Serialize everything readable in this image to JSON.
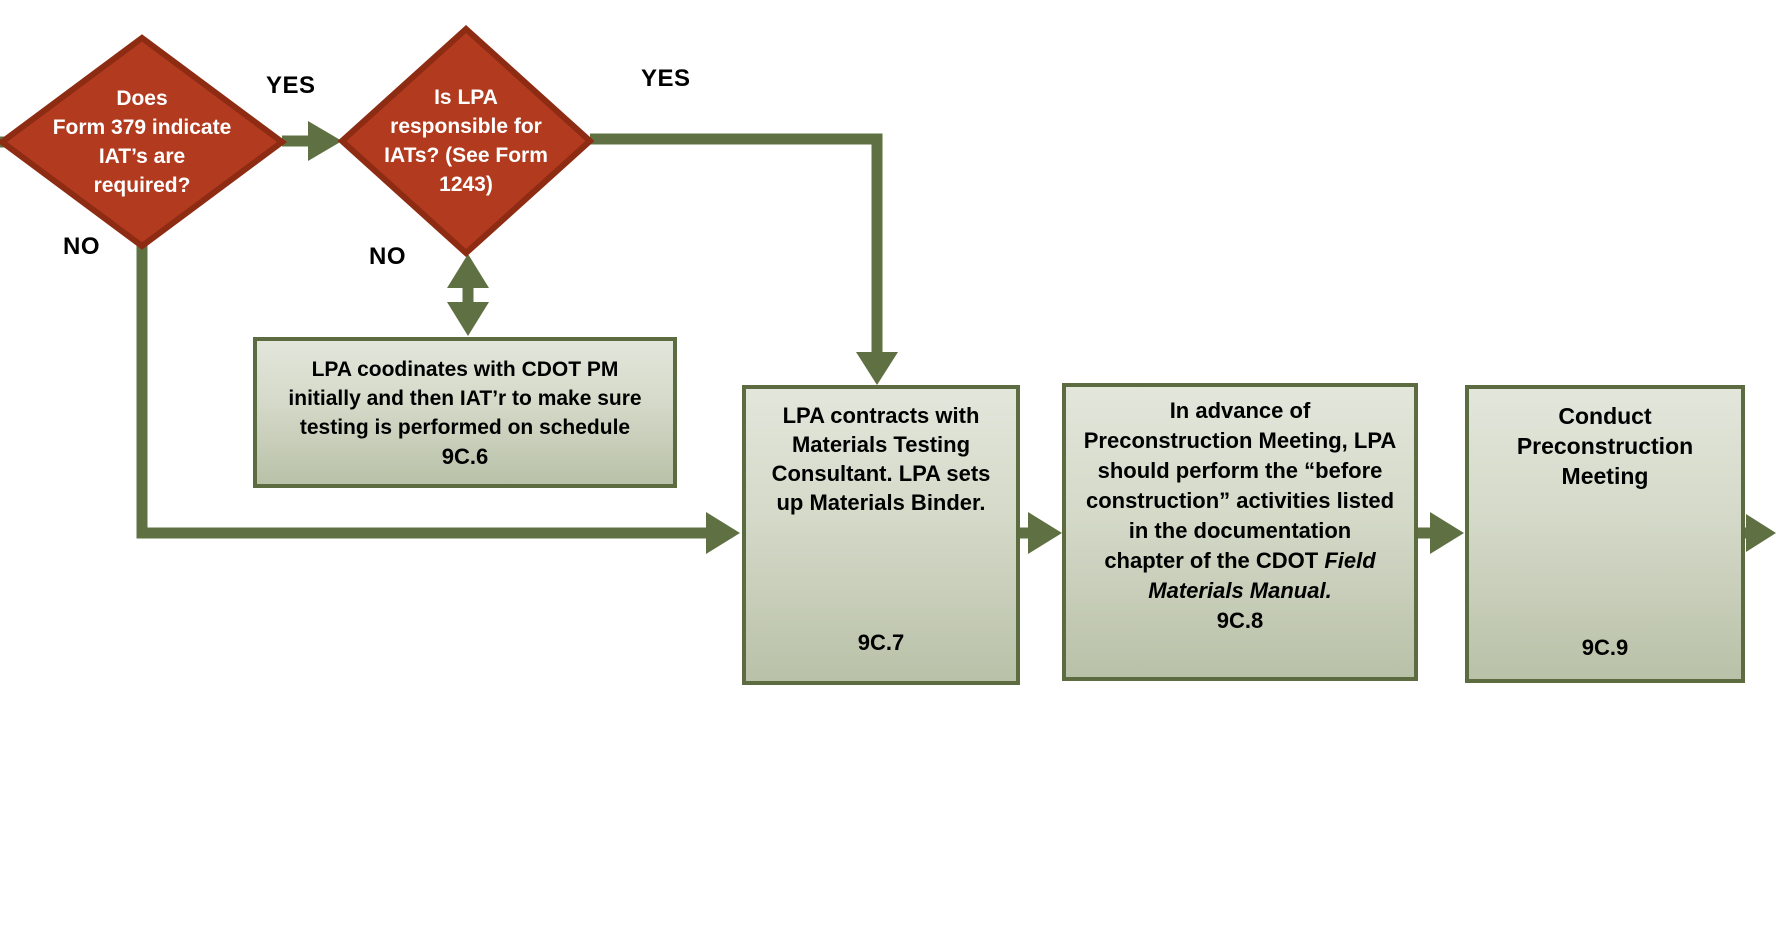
{
  "diagram_title": "LPA materials / preconstruction flowchart",
  "labels": {
    "yes1": "YES",
    "yes2": "YES",
    "no1": "NO",
    "no2": "NO"
  },
  "decisions": [
    {
      "id": "form-379-iats-required",
      "text": "Does\nForm 379 indicate\nIAT’s are\nrequired?"
    },
    {
      "id": "lpa-responsible-iats",
      "text": "Is LPA\nresponsible for\nIATs? (See Form\n1243)"
    }
  ],
  "boxes": {
    "c6": {
      "text": "LPA coodinates with CDOT PM\ninitially and then IAT’r to make sure\ntesting is performed on schedule",
      "number": "9C.6"
    },
    "c7": {
      "text": "LPA contracts with\nMaterials Testing\nConsultant. LPA sets\nup Materials Binder.",
      "number": "9C.7"
    },
    "c8": {
      "text_before_italic": "In advance of\nPreconstruction Meeting, LPA\nshould perform the “before\nconstruction” activities listed\nin the documentation\nchapter of the CDOT ",
      "text_italic": "Field\nMaterials Manual.",
      "number": "9C.8"
    },
    "c9": {
      "text": "Conduct\nPreconstruction\nMeeting",
      "number": "9C.9"
    }
  },
  "colors": {
    "diamond_fill": "#B23A1E",
    "diamond_border": "#8E2B13",
    "arrow": "#5F7143",
    "box_border": "#5C6B40",
    "box_fill_top": "#E3E6DB",
    "box_fill_bottom": "#B9C1A8",
    "box_text": "#000000",
    "diamond_text": "#FFFFFF",
    "label_text": "#000000",
    "background": "#FFFFFF"
  }
}
